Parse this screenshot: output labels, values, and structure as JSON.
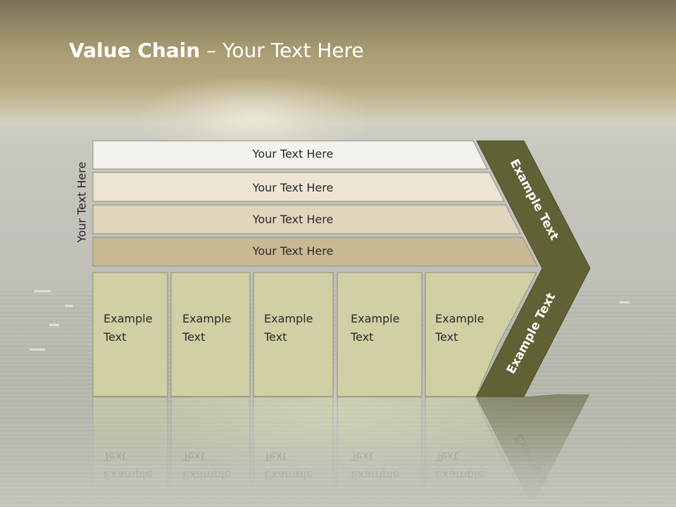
{
  "title": {
    "bold": "Value Chain",
    "rest": " – Your Text Here"
  },
  "side_label": "Your Text Here",
  "support_bars": [
    "Your Text Here",
    "Your Text Here",
    "Your Text Here",
    "Your Text Here"
  ],
  "columns": [
    [
      "Example",
      "Text"
    ],
    [
      "Example",
      "Text"
    ],
    [
      "Example",
      "Text"
    ],
    [
      "Example",
      "Text"
    ],
    [
      "Example",
      "Text"
    ]
  ],
  "arrow_labels": {
    "upper": "Example Text",
    "lower": "Example Text"
  },
  "colors": {
    "bar_fills": [
      "#f4f2ec",
      "#ece5d4",
      "#e0d5bd",
      "#c9b992"
    ],
    "column_fill": "#d0d0a4",
    "arrow_fill": "#606134",
    "outline": "#8d8d80"
  }
}
